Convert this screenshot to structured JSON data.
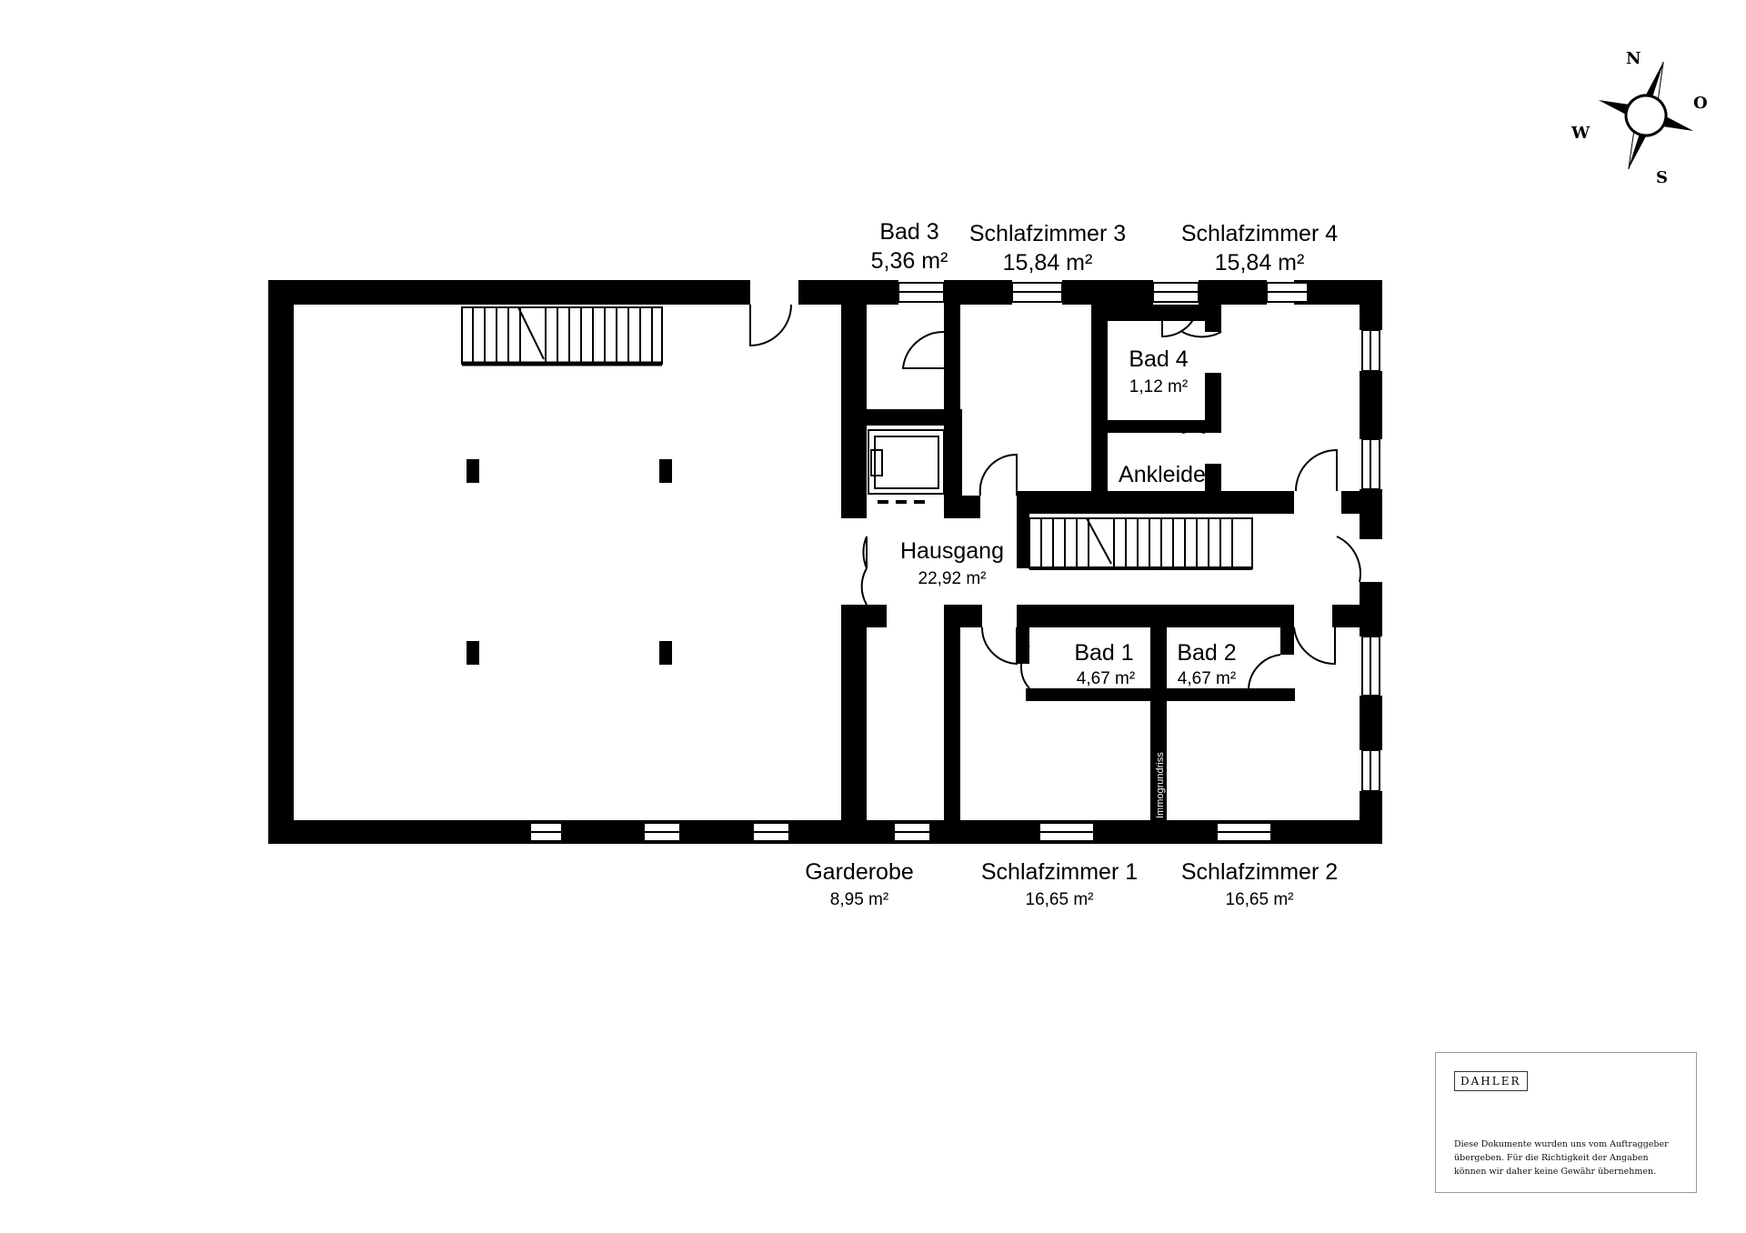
{
  "rooms": {
    "bad3": {
      "name": "Bad 3",
      "area": "5,36 m²"
    },
    "schlaf3": {
      "name": "Schlafzimmer 3",
      "area": "15,84 m²"
    },
    "schlaf4": {
      "name": "Schlafzimmer 4",
      "area": "15,84 m²"
    },
    "bad4": {
      "name": "Bad 4",
      "area": "1,12 m²"
    },
    "ankleide": {
      "name": "Ankleide"
    },
    "hausgang": {
      "name": "Hausgang",
      "area": "22,92 m²"
    },
    "bad1": {
      "name": "Bad 1",
      "area": "4,67 m²"
    },
    "bad2": {
      "name": "Bad 2",
      "area": "4,67 m²"
    },
    "garderobe": {
      "name": "Garderobe",
      "area": "8,95 m²"
    },
    "schlaf1": {
      "name": "Schlafzimmer 1",
      "area": "16,65 m²"
    },
    "schlaf2": {
      "name": "Schlafzimmer 2",
      "area": "16,65 m²"
    }
  },
  "watermark": "Immogrundriss",
  "compass": {
    "north": "N",
    "east": "O",
    "south": "S",
    "west": "W"
  },
  "footer": {
    "logo": "DAHLER",
    "note": "Diese Dokumente wurden uns vom Auftraggeber übergeben. Für die Richtigkeit der Angaben können wir daher keine Gewähr übernehmen."
  },
  "colors": {
    "wall": "#000000",
    "background": "#ffffff"
  }
}
